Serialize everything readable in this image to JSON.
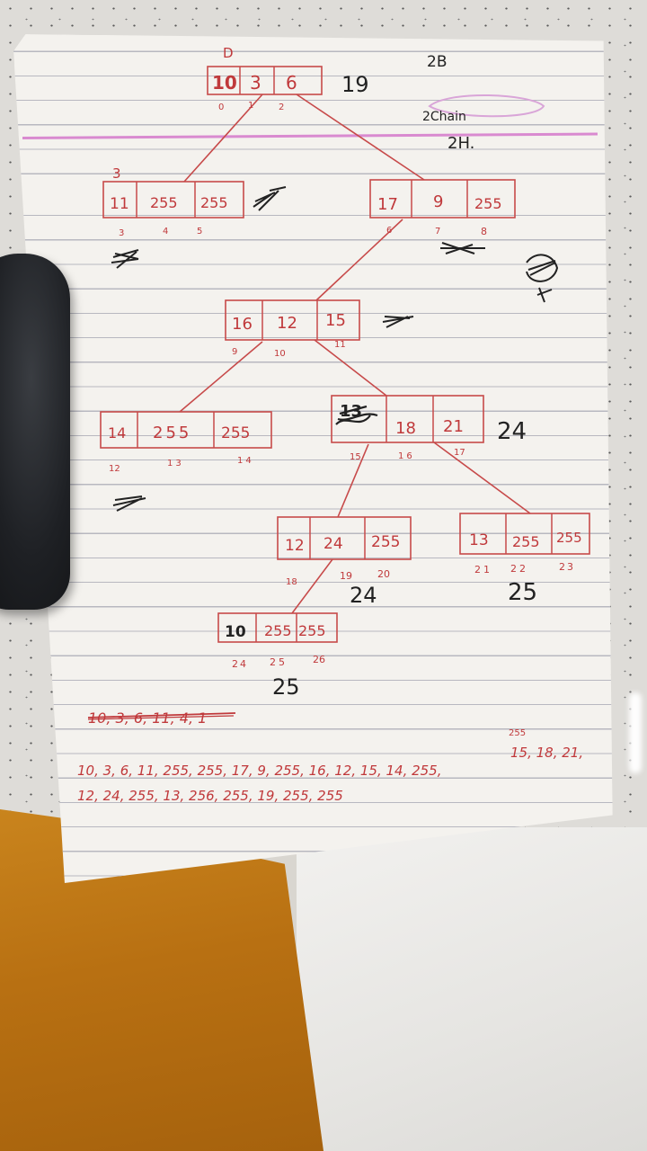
{
  "photo": {
    "ink_red": "#c0393b",
    "ink_black": "#222222",
    "paper": "#f4f2ee",
    "margin_line": "#d98ad0"
  },
  "notes": {
    "top_letter": "D",
    "top_right_a": "19",
    "top_right_b": "2B",
    "top_right_c": "2Chain",
    "top_right_d": "2H.",
    "node_left_label": "3",
    "right_a": "24",
    "mid_a": "24",
    "mid_b": "25",
    "bottom_a": "25",
    "strike_line": "10, 3, 6, 11, 4, 1",
    "seq_line_1": "10, 3, 6, 11, 255, 255, 17, 9, 255, 16, 12, 15, 14, 255,",
    "seq_line_1_tail": "15, 18, 21,",
    "seq_line_1_above": "255",
    "seq_line_2": "12, 24, 255, 13, 256, 255, 19, 255, 255"
  },
  "nodes": [
    {
      "cells": [
        "10",
        "3",
        "6"
      ],
      "idx": [
        "0",
        "1",
        "2"
      ]
    },
    {
      "cells": [
        "11",
        "255",
        "255"
      ],
      "idx": [
        "3",
        "4",
        "5"
      ]
    },
    {
      "cells": [
        "17",
        "9",
        "255"
      ],
      "idx": [
        "6",
        "7",
        "8"
      ]
    },
    {
      "cells": [
        "16",
        "12",
        "15"
      ],
      "idx": [
        "9",
        "10",
        "11"
      ]
    },
    {
      "cells": [
        "14",
        "255",
        "255"
      ],
      "idx": [
        "12",
        "13",
        "14"
      ]
    },
    {
      "cells": [
        "13",
        "18",
        "21"
      ],
      "idx": [
        "15",
        "16",
        "17"
      ]
    },
    {
      "cells": [
        "12",
        "24",
        "255"
      ],
      "idx": [
        "18",
        "19",
        "20"
      ]
    },
    {
      "cells": [
        "13",
        "255",
        "255"
      ],
      "idx": [
        "21",
        "22",
        "23"
      ]
    },
    {
      "cells": [
        "10",
        "255",
        "255"
      ],
      "idx": [
        "24",
        "25",
        "26"
      ]
    }
  ]
}
